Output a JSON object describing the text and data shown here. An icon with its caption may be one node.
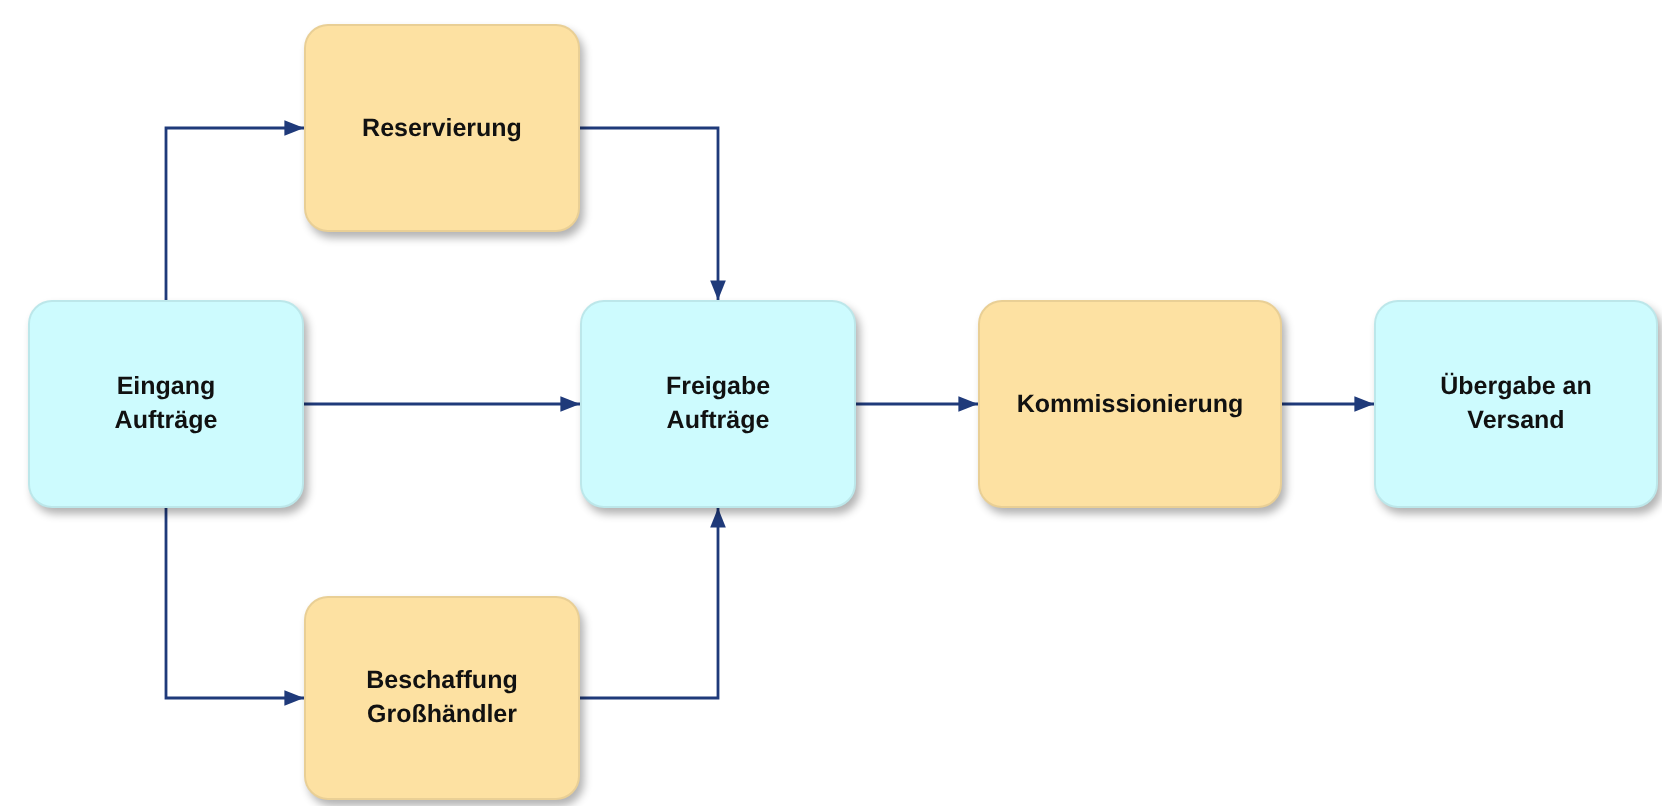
{
  "diagram": {
    "nodes": [
      {
        "text": [
          "Eingang Aufträge"
        ]
      },
      {
        "text": [
          "Reservierung"
        ]
      },
      {
        "text": [
          "Freigabe Aufträge"
        ]
      },
      {
        "text": [
          "Kommissionierung"
        ]
      },
      {
        "text": [
          "Übergabe an Versand"
        ]
      },
      {
        "text": [
          "Beschaffung Großhändler"
        ]
      }
    ],
    "edges": [
      {
        "from": 0,
        "to": 1,
        "arrow": "to"
      },
      {
        "from": 0,
        "to": 2,
        "arrow": "to"
      },
      {
        "from": 0,
        "to": 5,
        "arrow": "to"
      },
      {
        "from": 1,
        "to": 2,
        "arrow": "to"
      },
      {
        "from": 5,
        "to": 2,
        "arrow": "to"
      },
      {
        "from": 2,
        "to": 3,
        "arrow": "to"
      },
      {
        "from": 3,
        "to": 4,
        "arrow": "to"
      }
    ]
  }
}
